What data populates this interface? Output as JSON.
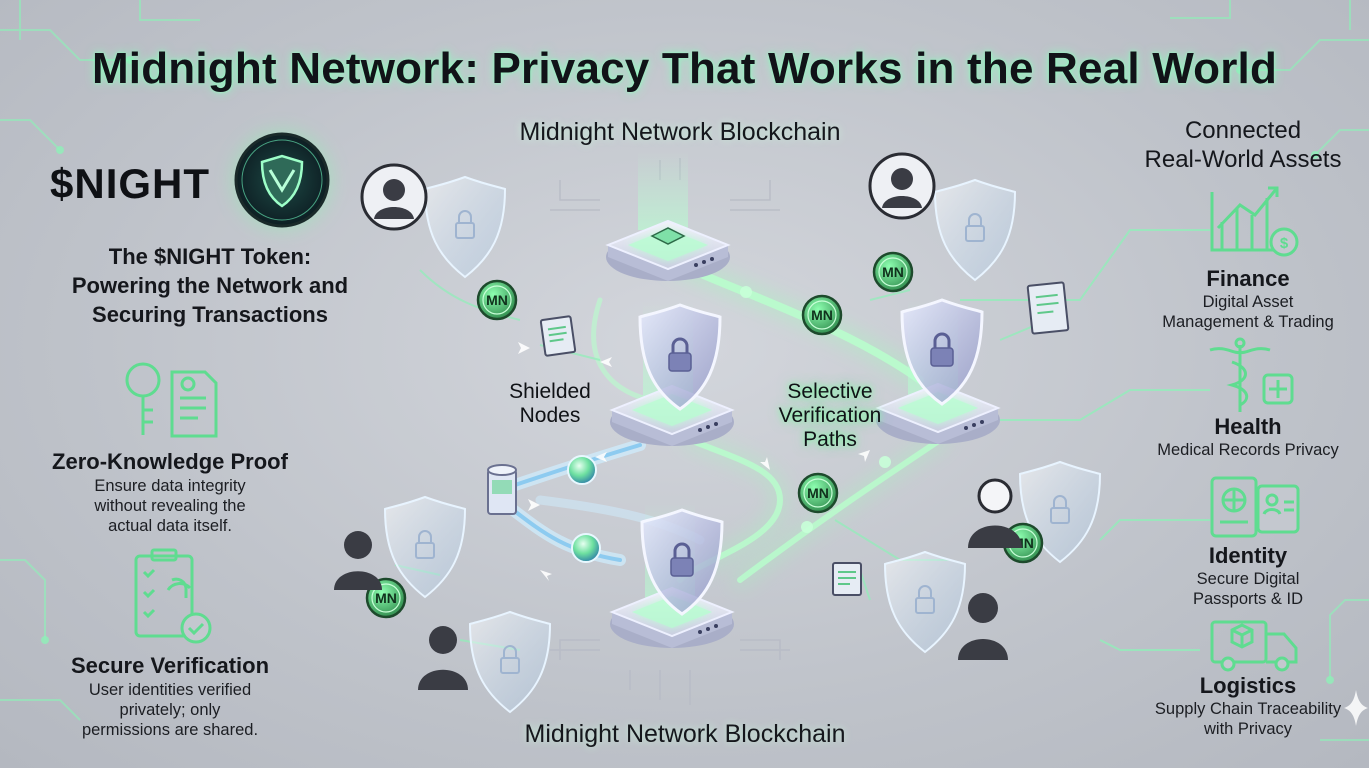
{
  "title": "Midnight Network: Privacy That Works in the Real World",
  "blockchain_top_label": "Midnight Network Blockchain",
  "blockchain_bottom_label": "Midnight Network Blockchain",
  "token": {
    "symbol": "$NIGHT",
    "logo_letters": "MN",
    "heading_lines": [
      "The $NIGHT Token:",
      "Powering the Network and",
      "Securing Transactions"
    ]
  },
  "left_features": [
    {
      "icon": "key-document-icon",
      "title": "Zero-Knowledge Proof",
      "desc_lines": [
        "Ensure data integrity",
        "without revealing the",
        "actual data itself."
      ]
    },
    {
      "icon": "fingerprint-checklist-icon",
      "title": "Secure Verification",
      "desc_lines": [
        "User identities verified",
        "privately; only",
        "permissions are shared."
      ]
    }
  ],
  "center_labels": {
    "shielded_nodes": [
      "Shielded",
      "Nodes"
    ],
    "selective_paths": [
      "Selective",
      "Verification",
      "Paths"
    ]
  },
  "right_panel": {
    "heading_lines": [
      "Connected",
      "Real-World Assets"
    ],
    "items": [
      {
        "icon": "finance-chart-icon",
        "title": "Finance",
        "desc_lines": [
          "Digital Asset",
          "Management & Trading"
        ]
      },
      {
        "icon": "caduceus-icon",
        "title": "Health",
        "desc_lines": [
          "Medical Records Privacy"
        ]
      },
      {
        "icon": "passport-id-icon",
        "title": "Identity",
        "desc_lines": [
          "Secure Digital",
          "Passports & ID"
        ]
      },
      {
        "icon": "delivery-truck-icon",
        "title": "Logistics",
        "desc_lines": [
          "Supply Chain Traceability",
          "with Privacy"
        ]
      }
    ]
  },
  "colors": {
    "background": "#c4c8cf",
    "glow_green": "#7dffa8",
    "node_green": "#9dffc0",
    "path_blue": "#8fd0ff",
    "text_dark": "#15171c",
    "shield_purple": "#9aa0cc",
    "coin_green": "#46c06a"
  }
}
